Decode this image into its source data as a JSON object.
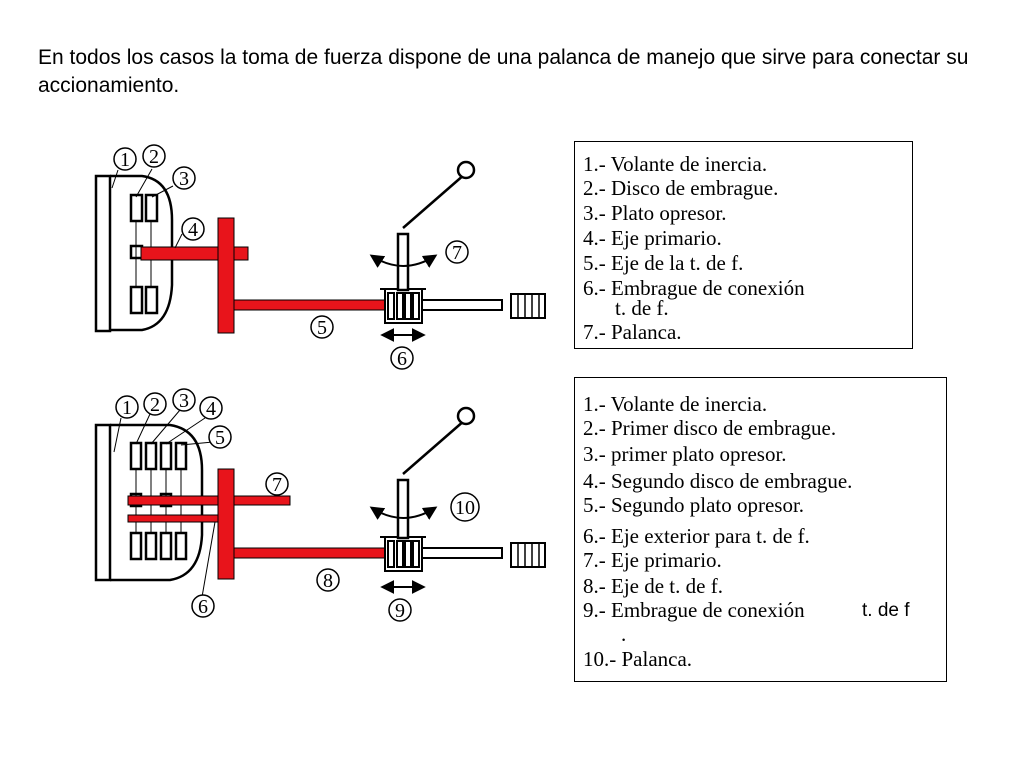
{
  "intro": "En todos los casos la toma de fuerza dispone de una palanca de manejo que sirve para conectar su accionamiento.",
  "colors": {
    "part": "#e8141b",
    "line": "#000000"
  },
  "diagram1": {
    "callouts": [
      "1",
      "2",
      "3",
      "4",
      "7",
      "5",
      "6"
    ]
  },
  "legend1": {
    "items": [
      "1.- Volante de inercia.",
      "2.- Disco de embrague.",
      "3.- Plato opresor.",
      "4.- Eje primario.",
      "5.- Eje de la t. de f.",
      "6.- Embrague de conexión",
      "t. de f.",
      "7.- Palanca."
    ]
  },
  "diagram2": {
    "callouts": [
      "1",
      "2",
      "3",
      "4",
      "5",
      "7",
      "10",
      "8",
      "6",
      "9"
    ]
  },
  "legend2": {
    "items": [
      "1.- Volante de inercia.",
      "2.- Primer disco de embrague.",
      "3.- primer plato opresor.",
      "4.- Segundo disco de embrague.",
      "5.- Segundo plato opresor.",
      "6.- Eje exterior para t. de f.",
      "7.- Eje primario.",
      "8.- Eje de t. de f.",
      "9.- Embrague de conexión",
      "t. de f",
      ".",
      "10.- Palanca."
    ]
  }
}
